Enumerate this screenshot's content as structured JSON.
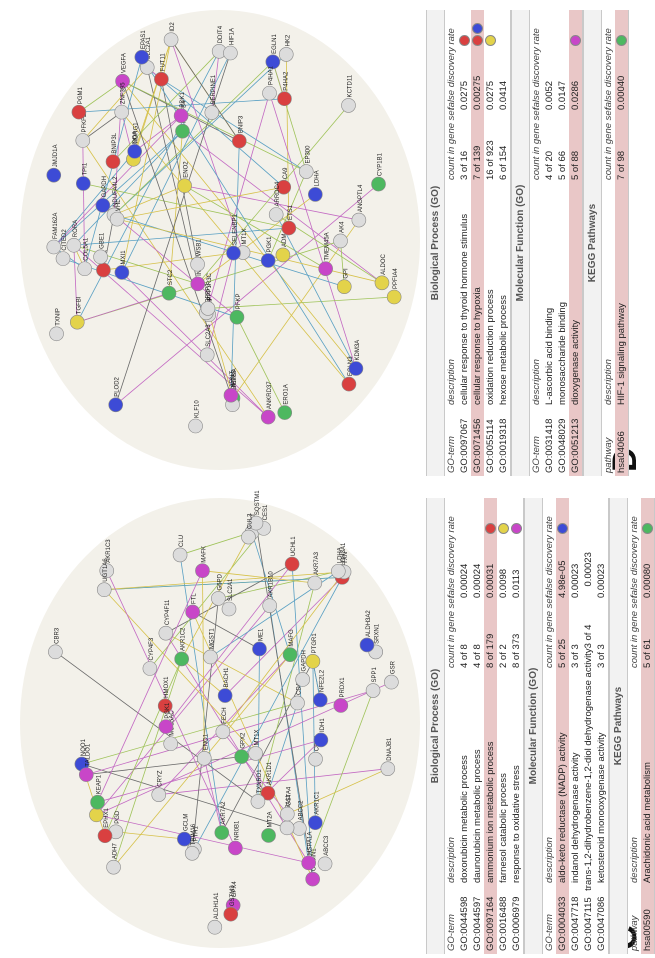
{
  "panels": [
    {
      "letter": "C",
      "nodes": [
        "AKR1C3",
        "AKR1B10",
        "AKR1C2",
        "AKR1C1",
        "CRYZ",
        "ALDH3A1",
        "AKR1D1",
        "AKR7A2",
        "AKR7A3",
        "CBR1",
        "TKT",
        "SRXN1",
        "TXNRD1",
        "GCLM",
        "NQO1",
        "ME1",
        "GPX2",
        "G6PD",
        "PGD",
        "CYP4F11",
        "ABCC2",
        "ABCC3",
        "SLC7A11",
        "CD44",
        "MUC5AC",
        "SPP1",
        "CBR3",
        "UGT1A6",
        "TALDO1",
        "ALDH1A1",
        "IDH1",
        "PTGR1",
        "EPHX1",
        "GSR",
        "FTL",
        "FTH1",
        "CES1",
        "OSGIN1",
        "TRIM16",
        "UCHL1",
        "CYP4F3",
        "MGST1",
        "PIR",
        "ADH7",
        "ALDH3A2",
        "TXN",
        "SQSTM1",
        "GPX4",
        "HMOX1",
        "FECH",
        "PRDX1",
        "SLC2A1",
        "GAPDH",
        "PGK1",
        "LDHA",
        "ENO1",
        "MT1X",
        "MT2A",
        "CLU",
        "HSPA1A",
        "DNAJB1",
        "KEAP1",
        "NFE2L2",
        "CUL3",
        "BACH1",
        "MAFG",
        "MAFK",
        "GSTA4",
        "GSTM3",
        "NR0B1"
      ],
      "tables": [
        {
          "title": "Biological Process (GO)",
          "headers": [
            "GO-term",
            "description",
            "count in gene set",
            "false discovery rate"
          ],
          "rows": [
            {
              "term": "GO:0044598",
              "desc": "doxorubicin metabolic process",
              "count": "4 of 8",
              "fdr": "0.00024",
              "hl": false,
              "dots": []
            },
            {
              "term": "GO:0044597",
              "desc": "daunorubicin metabolic process",
              "count": "4 of 8",
              "fdr": "0.00024",
              "hl": false,
              "dots": []
            },
            {
              "term": "GO:0097164",
              "desc": "ammonium ion metabolic process",
              "count": "8 of 179",
              "fdr": "0.00031",
              "hl": true,
              "dots": [
                "#d94040"
              ]
            },
            {
              "term": "GO:0016488",
              "desc": "farnesol catabolic process",
              "count": "2 of 2",
              "fdr": "0.0098",
              "hl": false,
              "dots": [
                "#e3d34a"
              ]
            },
            {
              "term": "GO:0006979",
              "desc": "response to oxidative stress",
              "count": "8 of 373",
              "fdr": "0.0113",
              "hl": false,
              "dots": [
                "#c846c8"
              ]
            }
          ]
        },
        {
          "title": "Molecular Function (GO)",
          "headers": [
            "GO-term",
            "description",
            "count in gene set",
            "false discovery rate"
          ],
          "rows": [
            {
              "term": "GO:0004033",
              "desc": "aldo-keto reductase (NADP) activity",
              "count": "5 of 25",
              "fdr": "4.98e-05",
              "hl": true,
              "dots": [
                "#3d4bd6"
              ]
            },
            {
              "term": "GO:0047718",
              "desc": "indanol dehydrogenase activity",
              "count": "3 of 3",
              "fdr": "0.00023",
              "hl": false,
              "dots": []
            },
            {
              "term": "GO:0047115",
              "desc": "trans-1,2-dihydrobenzene-1,2-diol dehydrogenase activity",
              "count": "3 of 4",
              "fdr": "0.00023",
              "hl": false,
              "dots": []
            },
            {
              "term": "GO:0047086",
              "desc": "ketosteroid monooxygenase activity",
              "count": "3 of 3",
              "fdr": "0.00023",
              "hl": false,
              "dots": []
            }
          ]
        },
        {
          "title": "KEGG Pathways",
          "headers": [
            "pathway",
            "description",
            "count in gene set",
            "false discovery rate"
          ],
          "rows": [
            {
              "term": "hsa00590",
              "desc": "Arachidonic acid metabolism",
              "count": "5 of 61",
              "fdr": "0.00080",
              "hl": true,
              "dots": [
                "#4db860"
              ]
            }
          ]
        }
      ]
    },
    {
      "letter": "D",
      "nodes": [
        "PFKFB3",
        "PFKFB4",
        "SLC2A1",
        "SLC2A3",
        "HK2",
        "PGK1",
        "ALDOA",
        "ALDOC",
        "ENO2",
        "LDHA",
        "PDK1",
        "BNIP3",
        "BNIP3L",
        "EGLN3",
        "EGLN1",
        "CA9",
        "VEGFA",
        "ADM",
        "ANKRD37",
        "NDRG1",
        "P4HA1",
        "P4HA2",
        "PLOD2",
        "LOX",
        "KDM3A",
        "ERO1A",
        "INSIG2",
        "STC2",
        "MXI1",
        "DDIT4",
        "ANGPTL4",
        "FAM162A",
        "PPFIA4",
        "HILPDA",
        "ZNF395",
        "JMJD1A",
        "GBE1",
        "PFKP",
        "PGM1",
        "GPI",
        "TPI1",
        "GAPDH",
        "MIF",
        "AK4",
        "FUT11",
        "RORA",
        "KCTD11",
        "WSB1",
        "TMEM45A",
        "NDUFA4L2",
        "CYP1B1",
        "ALDH1A3",
        "IGFBP3",
        "SERPINE1",
        "TGFBI",
        "COL5A1",
        "MT1X",
        "ARRDC4",
        "TXNIP",
        "PPP1R3C",
        "SELENBP1",
        "CITED2",
        "ID2",
        "KLF10",
        "ETS1",
        "EPAS1",
        "HIF1A",
        "ARNT",
        "VHL",
        "EP300"
      ],
      "tables": [
        {
          "title": "Biological Process (GO)",
          "headers": [
            "GO-term",
            "description",
            "count in gene set",
            "false discovery rate"
          ],
          "rows": [
            {
              "term": "GO:0097067",
              "desc": "cellular response to thyroid hormone stimulus",
              "count": "3 of 16",
              "fdr": "0.0275",
              "hl": false,
              "dots": [
                "#d94040"
              ]
            },
            {
              "term": "GO:0071456",
              "desc": "cellular response to hypoxia",
              "count": "7 of 139",
              "fdr": "0.00275",
              "hl": true,
              "dots": [
                "#d94040",
                "#3d4bd6"
              ]
            },
            {
              "term": "GO:0055114",
              "desc": "oxidation reduction process",
              "count": "16 of 923",
              "fdr": "0.0275",
              "hl": false,
              "dots": [
                "#e3d34a"
              ]
            },
            {
              "term": "GO:0019318",
              "desc": "hexose metabolic process",
              "count": "6 of 154",
              "fdr": "0.0414",
              "hl": false,
              "dots": []
            }
          ]
        },
        {
          "title": "Molecular Function (GO)",
          "headers": [
            "GO-term",
            "description",
            "count in gene set",
            "false discovery rate"
          ],
          "rows": [
            {
              "term": "GO:0031418",
              "desc": "L-ascorbic acid binding",
              "count": "4 of 20",
              "fdr": "0.0052",
              "hl": false,
              "dots": []
            },
            {
              "term": "GO:0048029",
              "desc": "monosaccharide binding",
              "count": "5 of 66",
              "fdr": "0.0147",
              "hl": false,
              "dots": []
            },
            {
              "term": "GO:0051213",
              "desc": "dioxygenase activity",
              "count": "5 of 88",
              "fdr": "0.0286",
              "hl": true,
              "dots": [
                "#c846c8"
              ]
            }
          ]
        },
        {
          "title": "KEGG Pathways",
          "headers": [
            "pathway",
            "description",
            "count in gene set",
            "false discovery rate"
          ],
          "rows": [
            {
              "term": "hsa04066",
              "desc": "HIF-1 signaling pathway",
              "count": "7 of 98",
              "fdr": "0.00040",
              "hl": true,
              "dots": [
                "#4db860"
              ]
            }
          ]
        }
      ]
    }
  ]
}
